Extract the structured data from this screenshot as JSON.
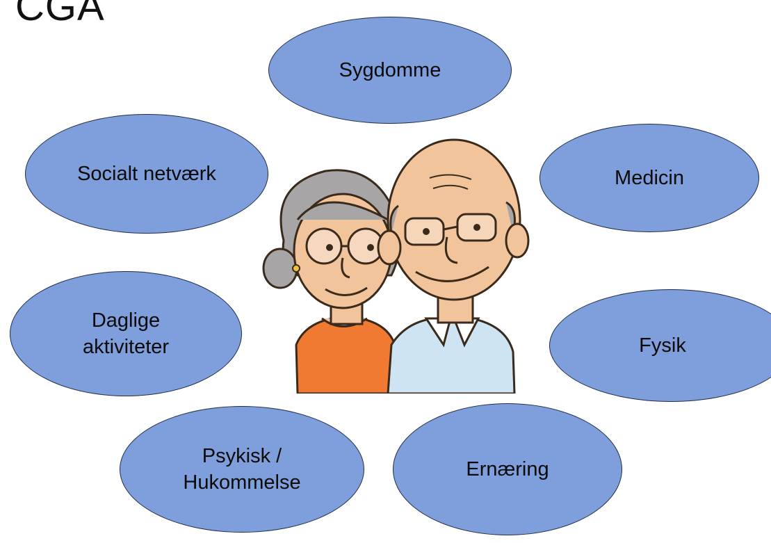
{
  "slide": {
    "title": "CGA"
  },
  "center_image": {
    "icon": "elderly-couple-illustration",
    "alt": "",
    "colors": {
      "skin": "#f2c49b",
      "hair": "#a7a5a5",
      "shirt_woman": "#f07a32",
      "shirt_man": "#cfe4f2",
      "outline": "#3a2a1c"
    }
  },
  "bubbles": {
    "color": "#7f9fdc",
    "border_color": "#1f2b46",
    "sygdomme": "Sygdomme",
    "medicin": "Medicin",
    "fysik": "Fysik",
    "ernaering": "Ernæring",
    "psykisk_line1": "Psykisk /",
    "psykisk_line2": "Hukommelse",
    "daglige_line1": "Daglige",
    "daglige_line2": "aktiviteter",
    "socialt": "Socialt netværk"
  }
}
